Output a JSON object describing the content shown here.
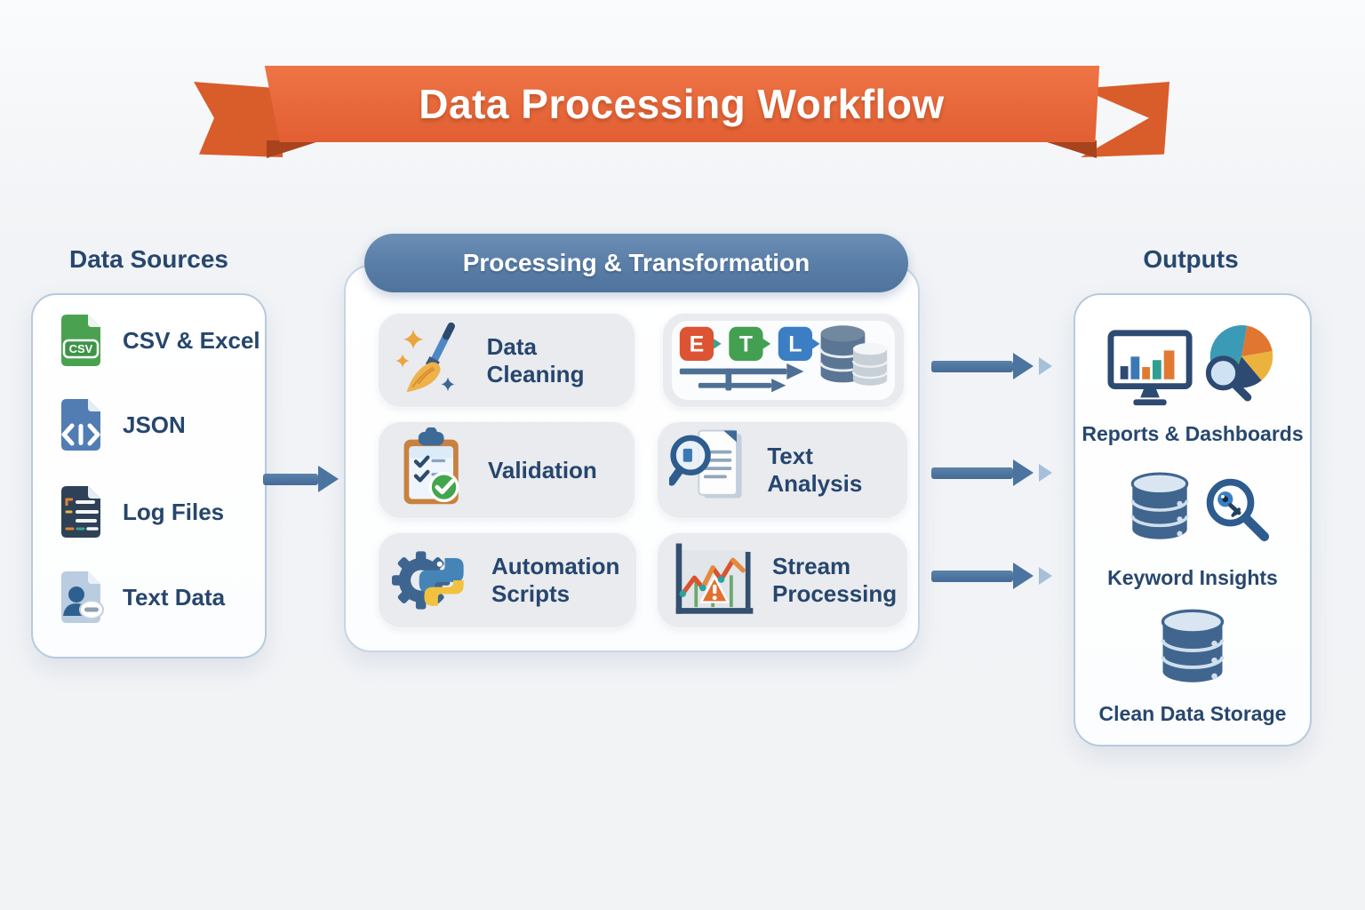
{
  "banner": {
    "title": "Data Processing Workflow"
  },
  "sections": {
    "sources": {
      "title": "Data Sources",
      "items": [
        {
          "icon": "csv-file-icon",
          "label": "CSV & Excel",
          "badge": "CSV"
        },
        {
          "icon": "json-file-icon",
          "label": "JSON"
        },
        {
          "icon": "log-file-icon",
          "label": "Log Files"
        },
        {
          "icon": "text-data-file-icon",
          "label": "Text Data"
        }
      ]
    },
    "processing": {
      "title": "Processing & Transformation",
      "etl_letters": [
        "E",
        "T",
        "L"
      ],
      "items": [
        {
          "icon": "broom-sparkles-icon",
          "label": "Data Cleaning"
        },
        {
          "icon": "etl-pipeline-icon",
          "label": ""
        },
        {
          "icon": "clipboard-check-icon",
          "label": "Validation"
        },
        {
          "icon": "magnifier-document-icon",
          "label": "Text Analysis"
        },
        {
          "icon": "gear-python-icon",
          "label": "Automation Scripts"
        },
        {
          "icon": "stream-chart-icon",
          "label": "Stream Processing"
        }
      ]
    },
    "outputs": {
      "title": "Outputs",
      "items": [
        {
          "icon": "monitor-bars-icon pie-magnifier-icon",
          "label": "Reports & Dashboards"
        },
        {
          "icon": "database-icon magnifier-key-icon",
          "label": "Keyword Insights"
        },
        {
          "icon": "database-icon",
          "label": "Clean Data Storage"
        }
      ]
    }
  },
  "colors": {
    "ribbon_orange": "#E7683B",
    "ribbon_tail": "#D95C2B",
    "pill_blue": "#587DA7",
    "header_navy": "#27476E",
    "arrow_blue": "#4B74A0",
    "card_border": "#B7CADC"
  }
}
